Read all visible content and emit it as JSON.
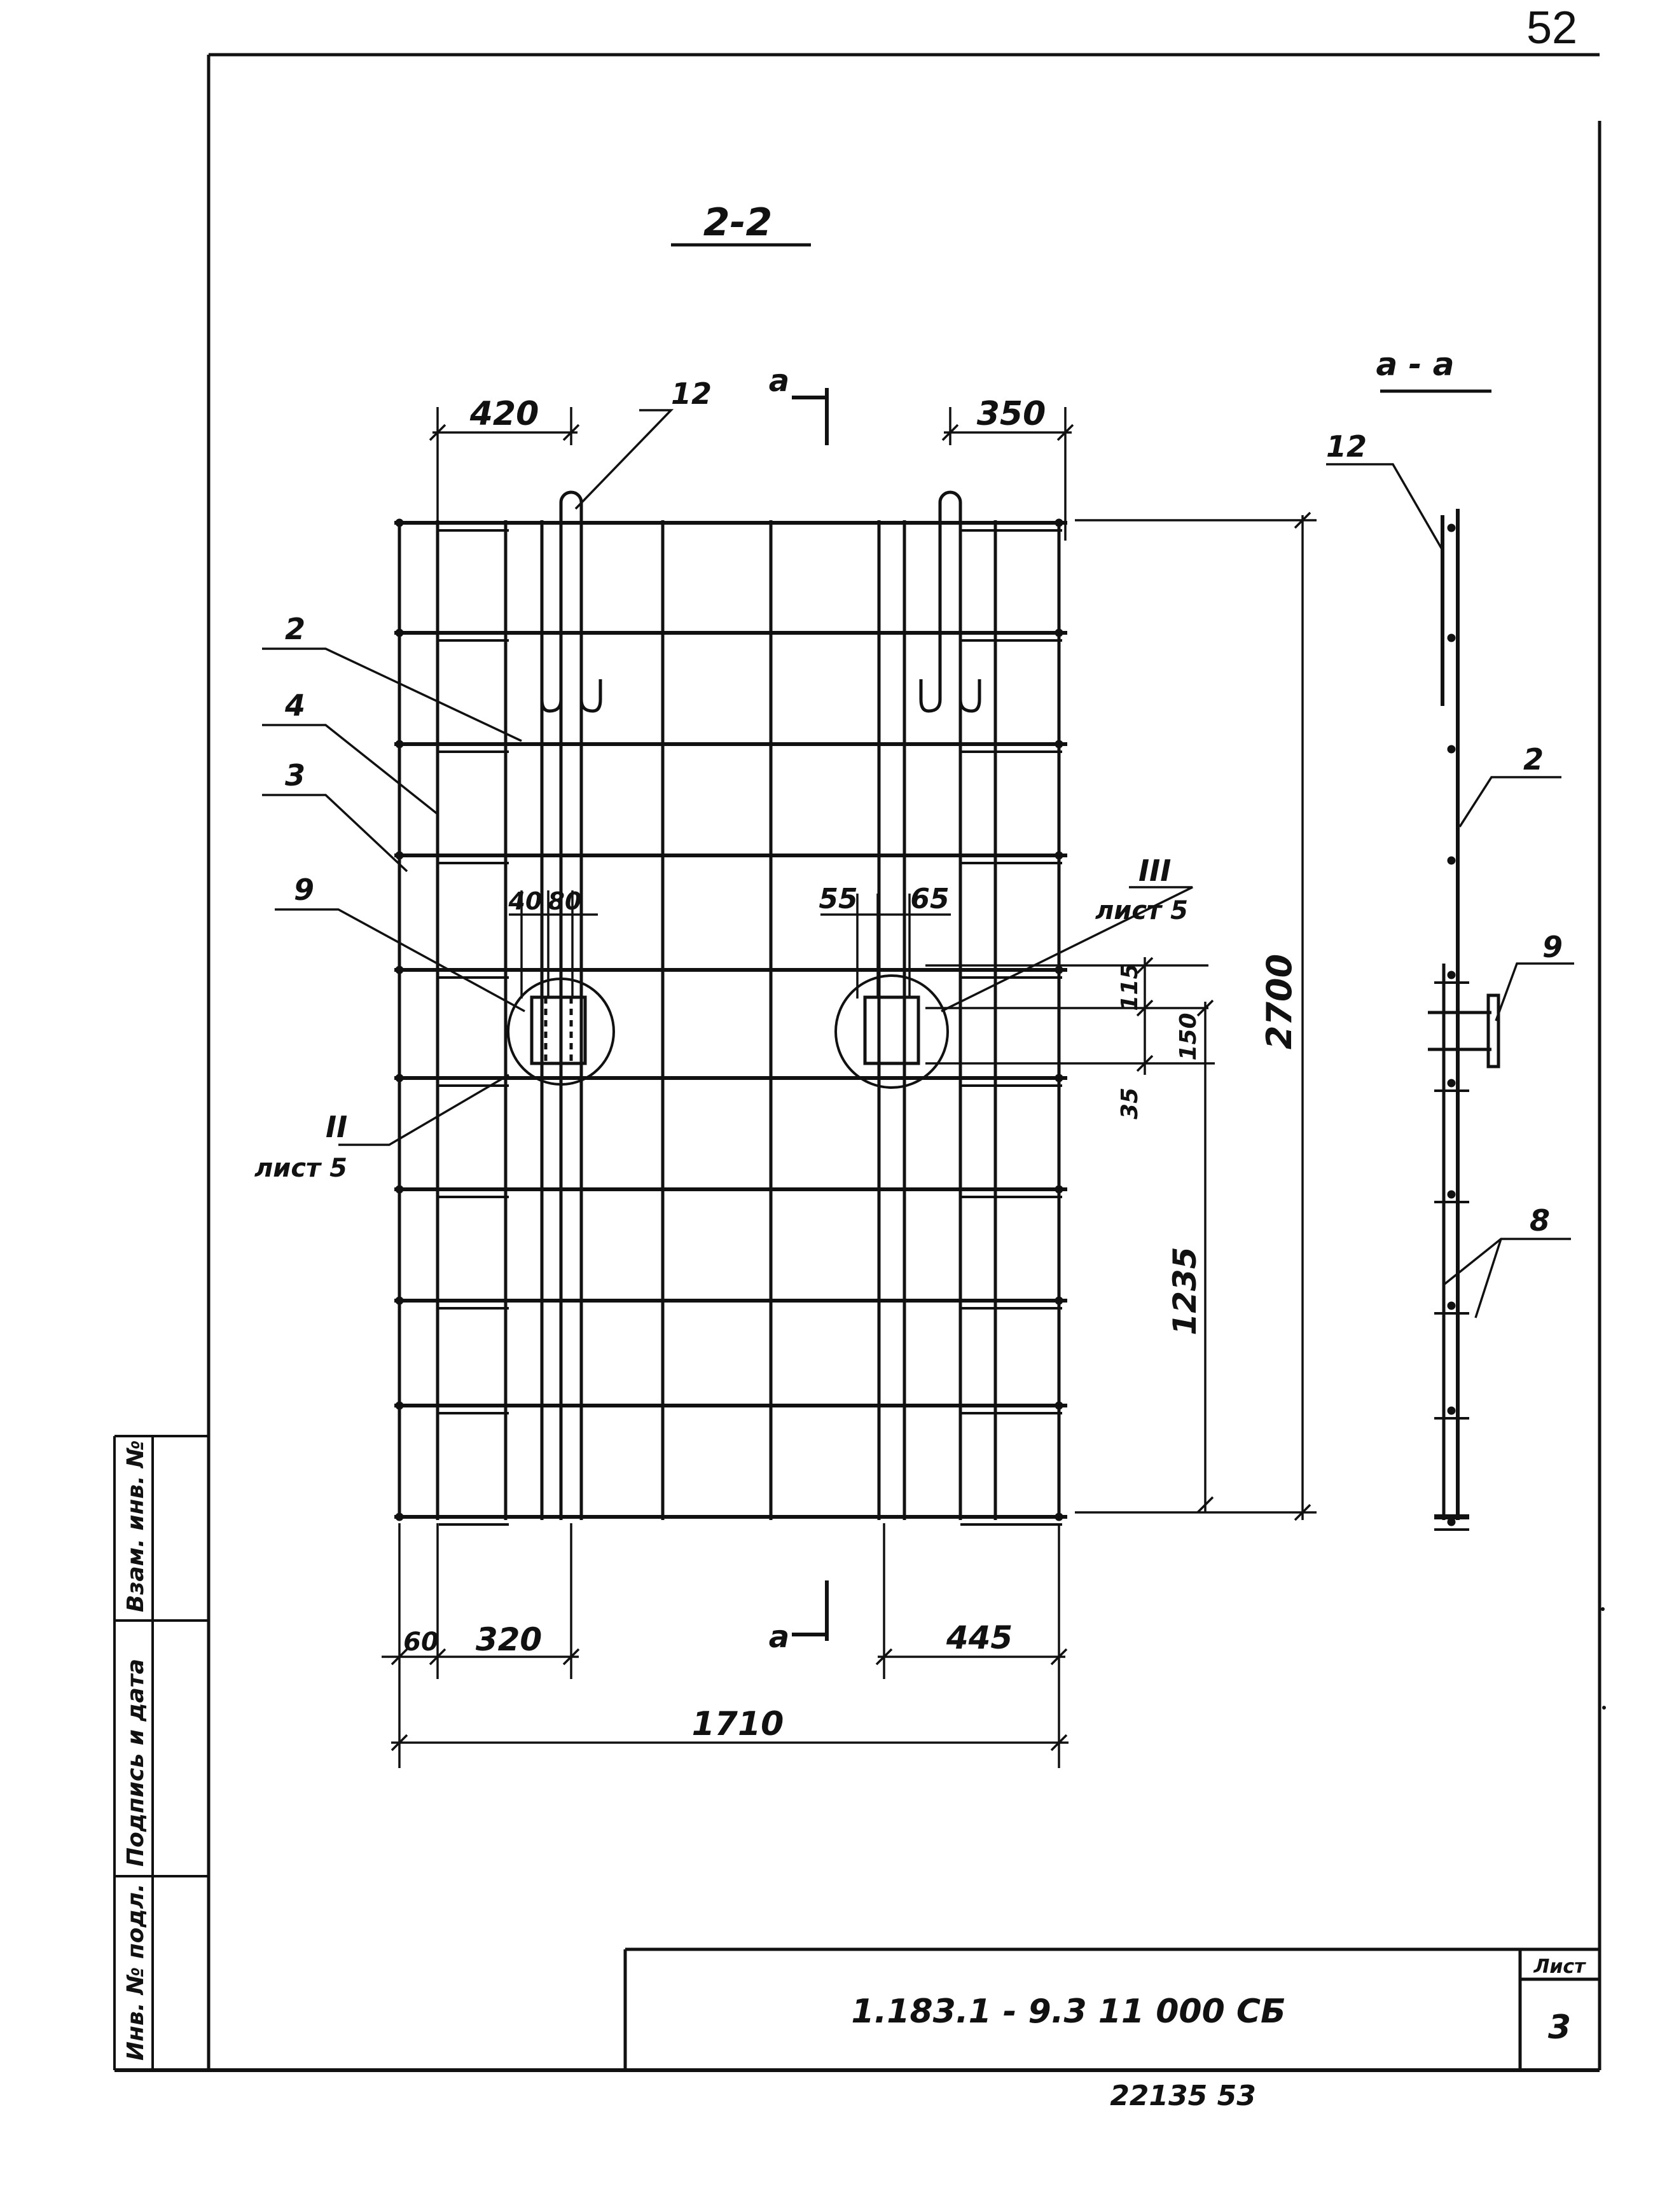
{
  "page_number": "52",
  "views": {
    "section_2_2": {
      "title": "2-2",
      "cut_marker_top": "a",
      "cut_marker_bottom": "a"
    },
    "section_a_a": {
      "title": "a - a"
    }
  },
  "callouts": {
    "pos_12_main": "12",
    "pos_2_main": "2",
    "pos_4_main": "4",
    "pos_3_main": "3",
    "pos_9_main": "9",
    "detail_II_label": "II",
    "detail_II_sheet": "лист 5",
    "detail_III_label": "III",
    "detail_III_sheet": "лист 5",
    "pos_12_side": "12",
    "pos_2_side": "2",
    "pos_9_side": "9",
    "pos_8_side": "8"
  },
  "dimensions": {
    "top_left": "420",
    "top_right": "350",
    "detail_left_a": "40",
    "detail_left_b": "80",
    "detail_right_a": "55",
    "detail_right_b": "65",
    "vertical_small_a": "115",
    "vertical_small_b": "150",
    "vertical_small_c": "35",
    "vertical_mid": "1235",
    "vertical_total": "2700",
    "bottom_a": "60",
    "bottom_b": "320",
    "bottom_right": "445",
    "bottom_total": "1710"
  },
  "side_stamp": {
    "field_1": "Инв. № подл.",
    "field_2": "Подпись и дата",
    "field_3": "Взам. инв. №"
  },
  "title_block": {
    "designation": "1.183.1 - 9.3   11 000   СБ",
    "sheet_label": "Лист",
    "sheet_number": "3"
  },
  "footer_code": "22135   53",
  "colors": {
    "ink": "#111111",
    "paper": "#ffffff"
  }
}
